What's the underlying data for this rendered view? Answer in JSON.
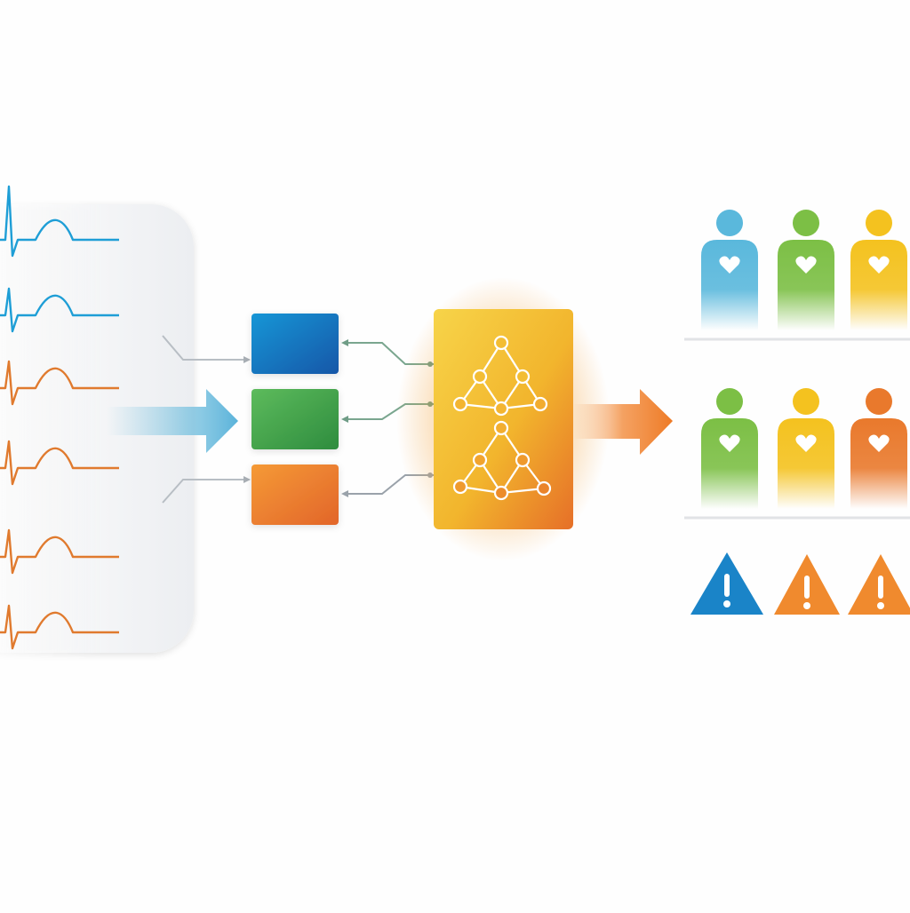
{
  "colors": {
    "blue": "#1a8fd0",
    "green": "#4cae4f",
    "yellow": "#f3c21c",
    "orange": "#ee7f2a",
    "dark_orange": "#e2682a",
    "panel_gradient_top": "#f6cd3a",
    "panel_gradient_bottom": "#ea8a2c",
    "connector_gray": "#b8bec4",
    "connector_green": "#7aa68f"
  },
  "signals": [
    "blue",
    "blue",
    "orange",
    "orange",
    "orange",
    "orange"
  ],
  "feature_blocks": [
    "blue",
    "green",
    "orange"
  ],
  "model_panel_icon": "neural-network-icon",
  "patient_groups": [
    {
      "members": [
        "blue",
        "green",
        "yellow"
      ]
    },
    {
      "members": [
        "green",
        "yellow",
        "orange"
      ]
    }
  ],
  "alert_icons": [
    "blue",
    "orange",
    "orange"
  ]
}
